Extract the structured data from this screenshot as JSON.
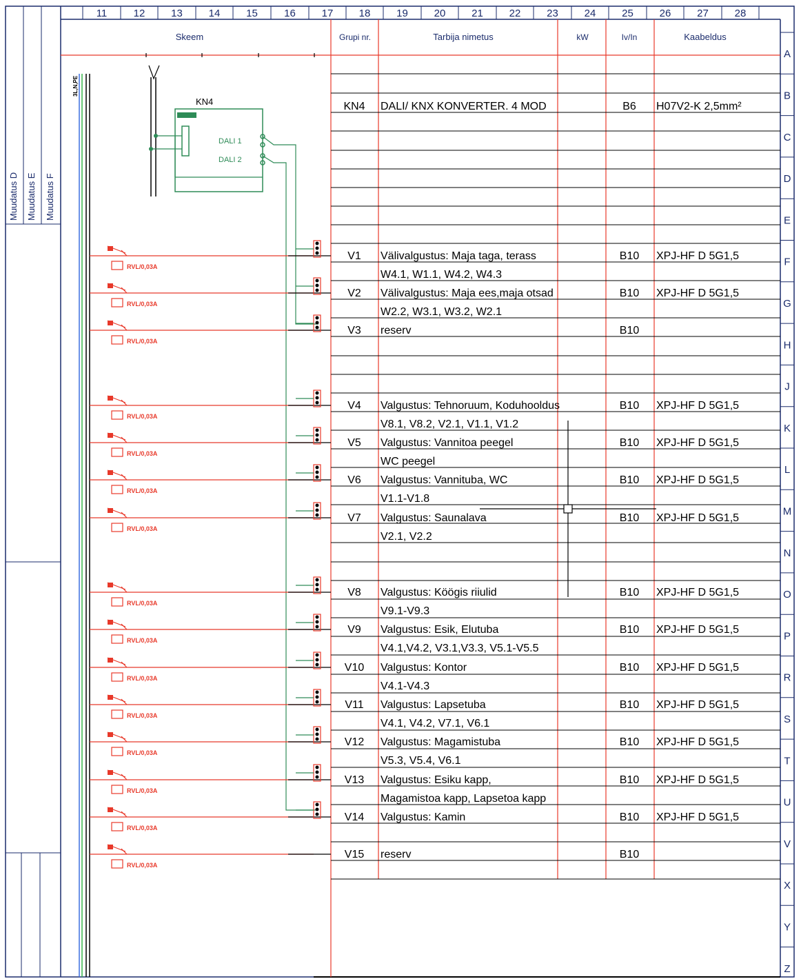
{
  "column_numbers": [
    "11",
    "12",
    "13",
    "14",
    "15",
    "16",
    "17",
    "18",
    "19",
    "20",
    "21",
    "22",
    "23",
    "24",
    "25",
    "26",
    "27",
    "28"
  ],
  "row_letters": [
    "A",
    "B",
    "C",
    "D",
    "E",
    "F",
    "G",
    "H",
    "J",
    "K",
    "L",
    "M",
    "N",
    "O",
    "P",
    "R",
    "S",
    "T",
    "U",
    "V",
    "X",
    "Y",
    "Z"
  ],
  "revision_labels": [
    "Muudatus D",
    "Muudatus E",
    "Muudatus F"
  ],
  "headers": {
    "schema": "Skeem",
    "group": "Grupi nr.",
    "consumer": "Tarbija nimetus",
    "kw": "kW",
    "in": "Iv/In",
    "cable": "Kaabeldus"
  },
  "busbar_label": "3L,N,PE",
  "converter": {
    "tag": "KN4",
    "port1": "DALI 1",
    "port2": "DALI 2"
  },
  "rcd_label": "RVL/0,03A",
  "table_rows": [
    {
      "group": "KN4",
      "name": "DALI/ KNX KONVERTER. 4 MOD",
      "in": "B6",
      "cable": "H07V2-K 2,5mm²",
      "name2": ""
    },
    {
      "group": "V1",
      "name": "Välivalgustus: Maja taga, terass",
      "in": "B10",
      "cable": "XPJ-HF D 5G1,5",
      "name2": "W4.1, W1.1, W4.2, W4.3"
    },
    {
      "group": "V2",
      "name": "Välivalgustus: Maja ees,maja otsad",
      "in": "B10",
      "cable": "XPJ-HF D 5G1,5",
      "name2": "W2.2, W3.1, W3.2, W2.1"
    },
    {
      "group": "V3",
      "name": "reserv",
      "in": "B10",
      "cable": "",
      "name2": ""
    },
    {
      "group": "V4",
      "name": "Valgustus: Tehnoruum, Koduhooldus",
      "in": "B10",
      "cable": "XPJ-HF D 5G1,5",
      "name2": "V8.1, V8.2, V2.1, V1.1, V1.2"
    },
    {
      "group": "V5",
      "name": "Valgustus: Vannitoa peegel",
      "in": "B10",
      "cable": "XPJ-HF D 5G1,5",
      "name2": "WC peegel"
    },
    {
      "group": "V6",
      "name": "Valgustus: Vannituba, WC",
      "in": "B10",
      "cable": "XPJ-HF D 5G1,5",
      "name2": "V1.1-V1.8"
    },
    {
      "group": "V7",
      "name": "Valgustus: Saunalava",
      "in": "B10",
      "cable": "XPJ-HF D 5G1,5",
      "name2": "V2.1, V2.2"
    },
    {
      "group": "V8",
      "name": "Valgustus: Köögis riiulid",
      "in": "B10",
      "cable": "XPJ-HF D 5G1,5",
      "name2": "V9.1-V9.3"
    },
    {
      "group": "V9",
      "name": "Valgustus: Esik, Elutuba",
      "in": "B10",
      "cable": "XPJ-HF D 5G1,5",
      "name2": "V4.1,V4.2, V3.1,V3.3, V5.1-V5.5"
    },
    {
      "group": "V10",
      "name": "Valgustus: Kontor",
      "in": "B10",
      "cable": "XPJ-HF D 5G1,5",
      "name2": "V4.1-V4.3"
    },
    {
      "group": "V11",
      "name": "Valgustus: Lapsetuba",
      "in": "B10",
      "cable": "XPJ-HF D 5G1,5",
      "name2": "V4.1, V4.2, V7.1, V6.1"
    },
    {
      "group": "V12",
      "name": "Valgustus: Magamistuba",
      "in": "B10",
      "cable": "XPJ-HF D 5G1,5",
      "name2": "V5.3, V5.4, V6.1"
    },
    {
      "group": "V13",
      "name": "Valgustus: Esiku kapp,",
      "in": "B10",
      "cable": "XPJ-HF D 5G1,5",
      "name2": "Magamistoa kapp, Lapsetoa kapp"
    },
    {
      "group": "V14",
      "name": "Valgustus: Kamin",
      "in": "B10",
      "cable": "XPJ-HF D 5G1,5",
      "name2": ""
    },
    {
      "group": "V15",
      "name": "reserv",
      "in": "B10",
      "cable": "",
      "name2": ""
    }
  ],
  "colors": {
    "frame": "#1a2b6b",
    "grid_red": "#e8392a",
    "cad_text": "#000000",
    "green": "#2e8b57",
    "bus_green": "#39b54a",
    "bus_blue": "#3b6ee0"
  }
}
